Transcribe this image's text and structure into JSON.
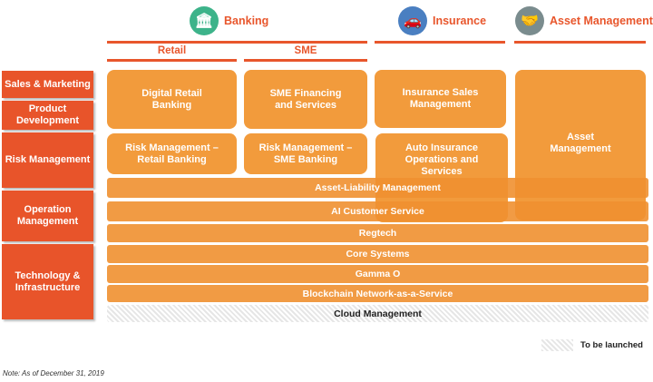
{
  "headers": {
    "banking": "Banking",
    "insurance": "Insurance",
    "asset": "Asset Management"
  },
  "icons": {
    "banking": "bank-icon",
    "insurance": "car-shield-icon",
    "asset": "handshake-coin-icon"
  },
  "subheaders": {
    "retail": "Retail",
    "sme": "SME"
  },
  "rows": [
    "Sales & Marketing",
    "Product Development",
    "Risk Management",
    "Operation Management",
    "Technology & Infrastructure"
  ],
  "boxes": {
    "digital_retail": "Digital Retail Banking",
    "sme_financing": "SME Financing and Services",
    "insurance_sales": "Insurance Sales Management",
    "asset_mgmt": "Asset Management",
    "risk_retail": "Risk Management – Retail Banking",
    "risk_sme": "Risk Management – SME Banking",
    "auto_insurance": "Auto Insurance Operations and Services"
  },
  "bars": [
    "Asset-Liability Management",
    "AI Customer Service",
    "Regtech",
    "Core Systems",
    "Gamma O",
    "Blockchain Network-as-a-Service",
    "Cloud Management"
  ],
  "legend": "To be launched",
  "note": "Note: As of December 31, 2019",
  "colors": {
    "accent": "#E8542A",
    "box": "#F29B3C",
    "bank_icon": "#3DB38A"
  }
}
